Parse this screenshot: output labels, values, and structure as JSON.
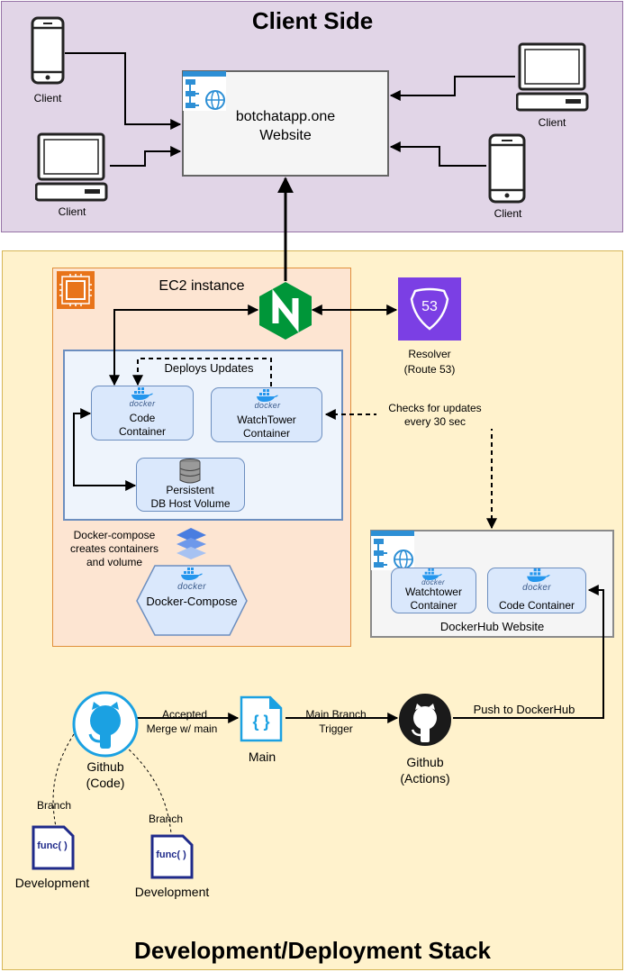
{
  "client_side": {
    "title": "Client Side",
    "clients": [
      "Client",
      "Client",
      "Client",
      "Client"
    ],
    "website_line1": "botchatapp.one",
    "website_line2": "Website"
  },
  "stack": {
    "title": "Development/Deployment Stack",
    "ec2_label": "EC2 instance",
    "resolver_line1": "Resolver",
    "resolver_line2": "(Route 53)",
    "resolver_badge": "53",
    "deploys_updates": "Deploys Updates",
    "code_container": [
      "Code",
      "Container"
    ],
    "watchtower_container": [
      "WatchTower",
      "Container"
    ],
    "db_volume": [
      "Persistent",
      "DB Host Volume"
    ],
    "compose_note": [
      "Docker-compose",
      "creates containers",
      "and volume"
    ],
    "compose_label": "Docker-Compose",
    "docker_word": "docker",
    "checks_updates": [
      "Checks for updates",
      "every 30 sec"
    ],
    "hub_label": "DockerHub Website",
    "hub_watchtower": [
      "Watchtower",
      "Container"
    ],
    "hub_code": "Code Container",
    "github_code": [
      "Github",
      "(Code)"
    ],
    "accepted_merge": [
      "Accepted",
      "Merge w/ main"
    ],
    "main_label": "Main",
    "main_trigger": [
      "Main Branch",
      "Trigger"
    ],
    "github_actions": [
      "Github",
      "(Actions)"
    ],
    "push_dockerhub": "Push to DockerHub",
    "branch": "Branch",
    "development": "Development",
    "func_label": "func( )"
  },
  "colors": {
    "client_bg": "#e1d5e7",
    "stack_bg": "#fff2cc",
    "ec2_bg": "#fde5d2",
    "nginx_green": "#009639",
    "route53_purple": "#7b3fe4",
    "github_blue": "#1ba1e2",
    "container_blue": "#dae8fc"
  }
}
